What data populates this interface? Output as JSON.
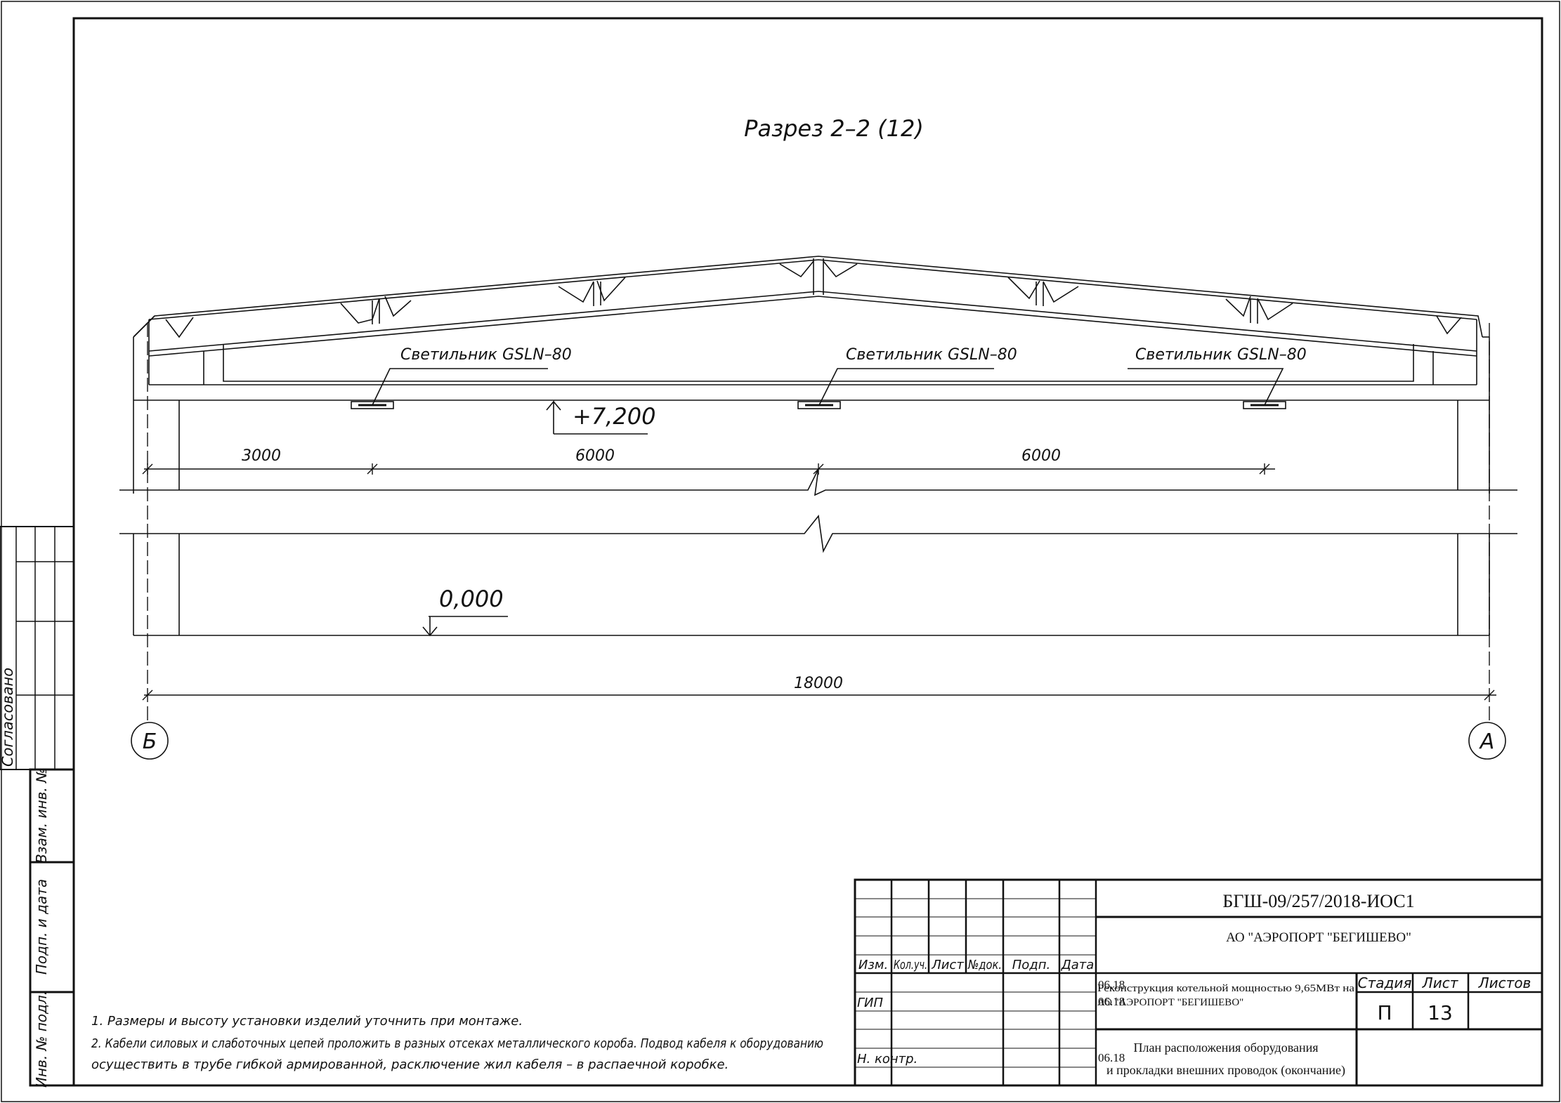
{
  "drawing": {
    "section_title": "Разрез 2–2 (12)",
    "luminaires": [
      {
        "label": "Светильник GSLN–80"
      },
      {
        "label": "Светильник GSLN–80"
      },
      {
        "label": "Светильник GSLN–80"
      }
    ],
    "elevations": {
      "top": "+7,200",
      "floor": "0,000"
    },
    "dimensions": {
      "d1": "3000",
      "d2": "6000",
      "d3": "6000",
      "total": "18000"
    },
    "axes": {
      "left": "Б",
      "right": "А"
    }
  },
  "notes": [
    "1. Размеры и высоту установки изделий уточнить при монтаже.",
    "2. Кабели силовых и слаботочных цепей проложить в разных отсеках металлического короба. Подвод кабеля к оборудованию",
    "осуществить в трубе гибкой армированной, расключение жил кабеля – в распаечной коробке."
  ],
  "side_stamp": {
    "agreed": "Согласовано",
    "inv_replace": "Взам. инв. №",
    "sign_date": "Подп. и дата",
    "inv_orig": "Инв. № подл."
  },
  "title_block": {
    "doc_code": "БГШ-09/257/2018-ИОС1",
    "company": "АО \"АЭРОПОРТ \"БЕГИШЕВО\"",
    "project_line1": "Реконструкция котельной мощностью 9,65МВт на",
    "project_line2": "АО \"АЭРОПОРТ \"БЕГИШЕВО\"",
    "sheet_title_line1": "План расположения оборудования",
    "sheet_title_line2": "и прокладки внешних проводок (окончание)",
    "headers": {
      "izm": "Изм.",
      "kol": "Кол.уч.",
      "list": "Лист",
      "ndoc": "№док.",
      "podp": "Подп.",
      "data": "Дата"
    },
    "stage_headers": {
      "stage": "Стадия",
      "sheet": "Лист",
      "sheets": "Листов"
    },
    "stage_values": {
      "stage": "П",
      "sheet": "13",
      "sheets": ""
    },
    "roles": {
      "gip": "ГИП",
      "nkontr": "Н. контр."
    },
    "dates": {
      "d1": "06.18",
      "d2": "06.18",
      "d3": "06.18"
    }
  }
}
